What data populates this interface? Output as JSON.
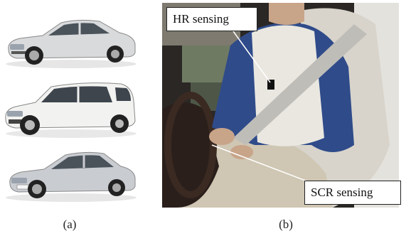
{
  "panel_a": {
    "caption": "(a)",
    "cars": [
      {
        "type": "sedan",
        "color": "#d8dadc"
      },
      {
        "type": "suv",
        "color": "#f2f2f0"
      },
      {
        "type": "sedan",
        "color": "#c9ccd1"
      }
    ]
  },
  "panel_b": {
    "caption": "(b)",
    "hr_label": "HR sensing",
    "scr_label": "SCR sensing"
  },
  "colors": {
    "shirt": "#2f4b8a",
    "vest": "#e9e7e0",
    "pants": "#cfc6b3",
    "seat": "#d8d4cb",
    "interior": "#2a2725"
  }
}
